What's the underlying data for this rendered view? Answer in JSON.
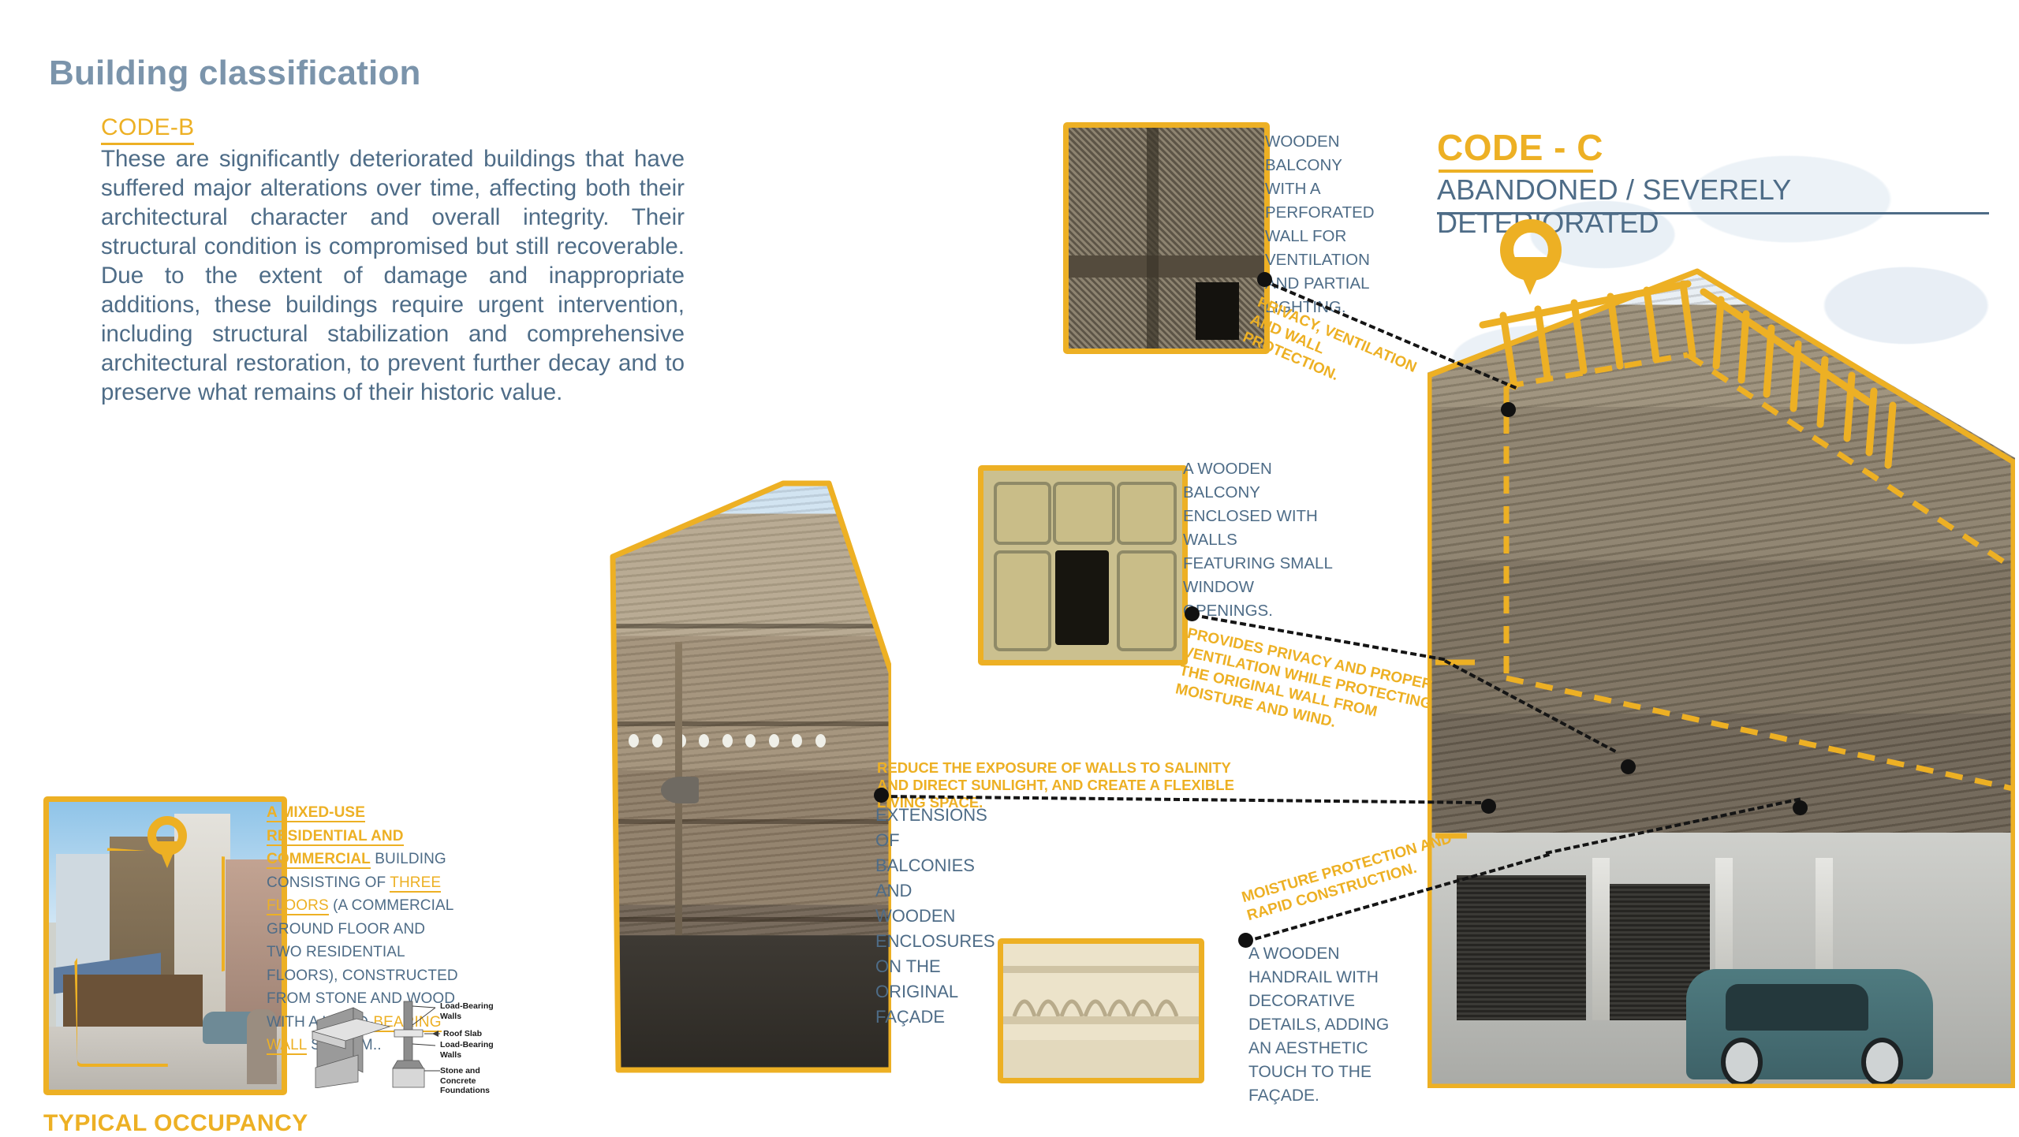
{
  "page": {
    "title": "Building classification"
  },
  "code_b": {
    "label": "CODE-B",
    "body": "These are significantly deteriorated buildings that have suffered major alterations over time, affecting both their architectural character and overall integrity. Their structural condition is compromised but still recoverable. Due to the extent of damage and inappropriate additions, these buildings require urgent intervention, including structural stabilization and comprehensive architectural restoration, to prevent further decay and to preserve what remains of their historic value."
  },
  "code_c": {
    "label": "CODE - C",
    "subtitle": "ABANDONED / SEVERELY DETERIORATED"
  },
  "bottom_left": {
    "caption_parts": {
      "p1": "A MIXED-USE RESIDENTIAL AND COMMERCIAL",
      "p2": " BUILDING CONSISTING OF ",
      "p3": "THREE FLOORS",
      "p4": " (A COMMERCIAL GROUND FLOOR AND TWO RESIDENTIAL FLOORS), CONSTRUCTED FROM STONE AND WOOD WITH A LO-AD-",
      "p5": "BEARING WALL",
      "p6": " SYSTEM.."
    },
    "footer_text": "TYPICAL OCCUPANCY",
    "diagram_labels": {
      "l1": "Load-Bearing Walls",
      "l2": "Roof Slab",
      "l3": "Load-Bearing Walls",
      "l4": "Stone and Concrete Foundations"
    }
  },
  "annotations": {
    "perforated_balcony": "WOODEN BALCONY WITH A PERFORATED WALL FOR VENTILATION AND PARTIAL LIGHTING.",
    "perforated_note": "PRIVACY, VENTILATION AND WALL PROTECTION.",
    "enclosed_balcony": "A WOODEN BALCONY ENCLOSED WITH WALLS FEATURING SMALL WINDOW OPENINGS.",
    "enclosed_note": "PROVIDES PRIVACY AND PROPER VENTILATION WHILE PROTECTING THE ORIGINAL WALL FROM MOISTURE AND WIND.",
    "extensions": "EXTENSIONS OF BALCONIES AND WOODEN ENCLOSURES ON THE ORIGINAL FAÇADE",
    "extensions_note": "REDUCE THE EXPOSURE OF WALLS TO SALINITY AND DIRECT SUNLIGHT, AND CREATE A FLEXIBLE LIVING SPACE.",
    "handrail": "A WOODEN HANDRAIL WITH DECORATIVE DETAILS, ADDING AN AESTHETIC TOUCH TO THE FAÇADE.",
    "handrail_note": "MOISTURE PROTECTION AND RAPID CONSTRUCTION."
  },
  "colors": {
    "accent_yellow": "#edb024",
    "slate_blue": "#4e6c87",
    "title_blue": "#7b94ab"
  }
}
